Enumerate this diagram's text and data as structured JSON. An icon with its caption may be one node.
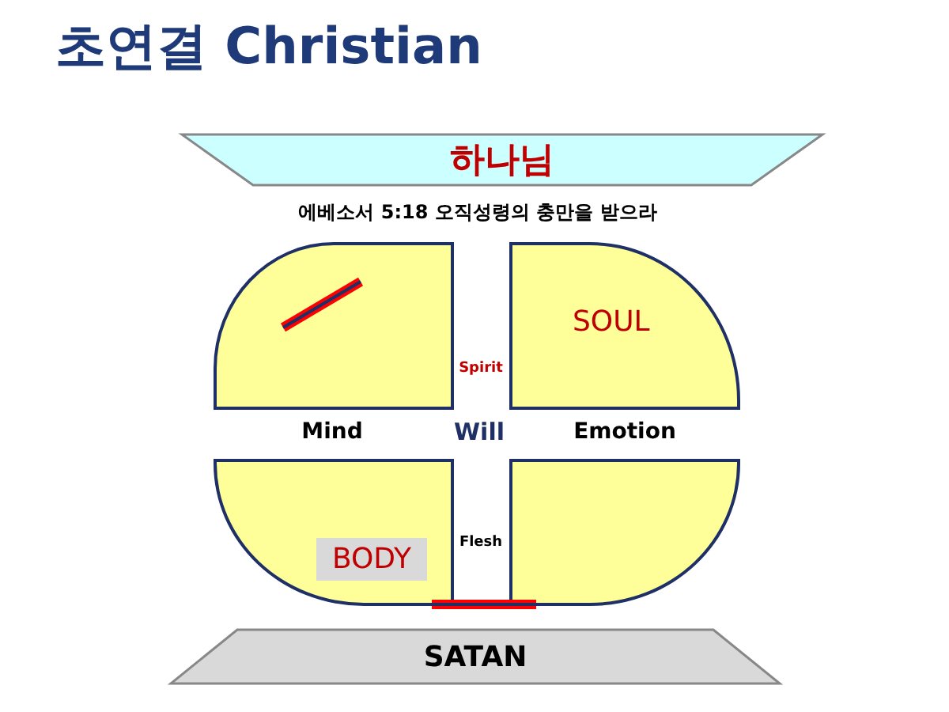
{
  "diagram": {
    "title": "초연결 Christian",
    "nodes": [
      {
        "text": [
          "하나님"
        ]
      },
      {
        "text": [],
        "shape": "box"
      },
      {
        "text": [
          "SOUL"
        ]
      },
      {
        "text": [],
        "shape": "box"
      },
      {
        "text": [
          "BODY"
        ],
        "in": 3
      },
      {
        "text": [],
        "shape": "box"
      },
      {
        "text": [
          "SATAN"
        ]
      }
    ],
    "edges": [],
    "labels": [
      "에베소서 5:18 오직성령의 충만을 받으라",
      "Spirit",
      "Mind",
      "Will",
      "Emotion",
      "Flesh"
    ]
  }
}
